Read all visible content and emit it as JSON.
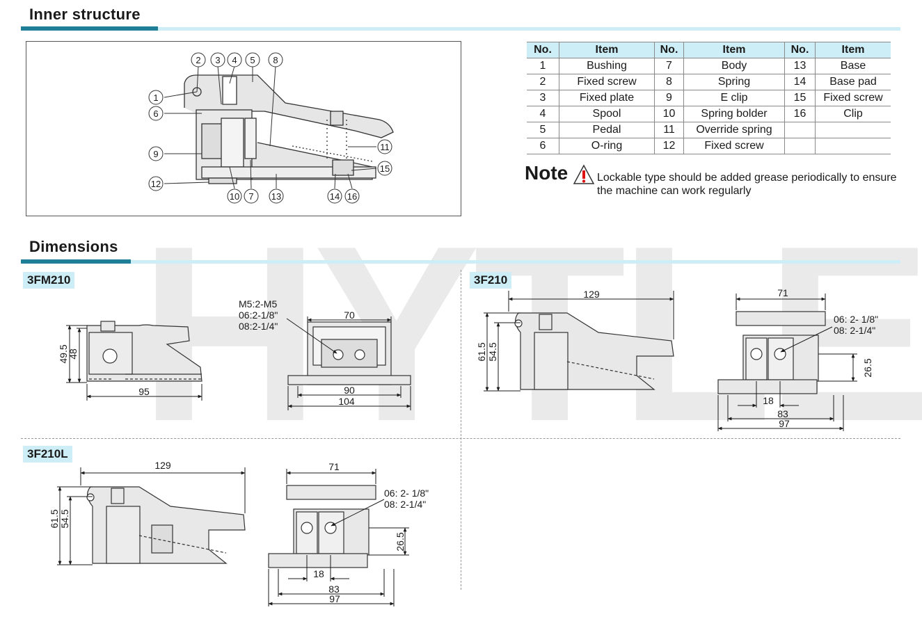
{
  "sections": {
    "inner_structure": "Inner structure",
    "dimensions": "Dimensions"
  },
  "watermark": "HYTLE",
  "callouts": [
    "1",
    "2",
    "3",
    "4",
    "5",
    "6",
    "7",
    "8",
    "9",
    "10",
    "11",
    "12",
    "13",
    "14",
    "15",
    "16"
  ],
  "parts_table": {
    "headers": [
      "No.",
      "Item",
      "No.",
      "Item",
      "No.",
      "Item"
    ],
    "rows": [
      [
        "1",
        "Bushing",
        "7",
        "Body",
        "13",
        "Base"
      ],
      [
        "2",
        "Fixed screw",
        "8",
        "Spring",
        "14",
        "Base pad"
      ],
      [
        "3",
        "Fixed plate",
        "9",
        "E clip",
        "15",
        "Fixed screw"
      ],
      [
        "4",
        "Spool",
        "10",
        "Spring bolder",
        "16",
        "Clip"
      ],
      [
        "5",
        "Pedal",
        "11",
        "Override spring",
        "",
        ""
      ],
      [
        "6",
        "O-ring",
        "12",
        "Fixed screw",
        "",
        ""
      ]
    ]
  },
  "note": {
    "label": "Note",
    "text": "Lockable type should be added grease periodically to ensure the machine  can work regularly"
  },
  "models": {
    "m1": "3FM210",
    "m2": "3F210",
    "m3": "3F210L"
  },
  "dims": {
    "m1_side_height_a": "49.5",
    "m1_side_height_b": "48",
    "m1_side_length": "95",
    "m1_ports_1": "M5:2-M5",
    "m1_ports_2": "06:2-1/8\"",
    "m1_ports_3": "08:2-1/4\"",
    "m1_front_top": "70",
    "m1_front_mid": "90",
    "m1_front_bottom": "104",
    "m2_side_length": "129",
    "m2_side_height_a": "61.5",
    "m2_side_height_b": "54.5",
    "m2_front_top": "71",
    "m2_ports_1": "06: 2- 1/8\"",
    "m2_ports_2": "08: 2-1/4\"",
    "m2_port_height": "26.5",
    "m2_port_spacing": "18",
    "m2_front_mid": "83",
    "m2_front_bottom": "97",
    "m3_side_length": "129",
    "m3_side_height_a": "61.5",
    "m3_side_height_b": "54.5",
    "m3_front_top": "71",
    "m3_ports_1": "06: 2- 1/8\"",
    "m3_ports_2": "08: 2-1/4\"",
    "m3_port_height": "26.5",
    "m3_port_spacing": "18",
    "m3_front_mid": "83",
    "m3_front_bottom": "97"
  }
}
